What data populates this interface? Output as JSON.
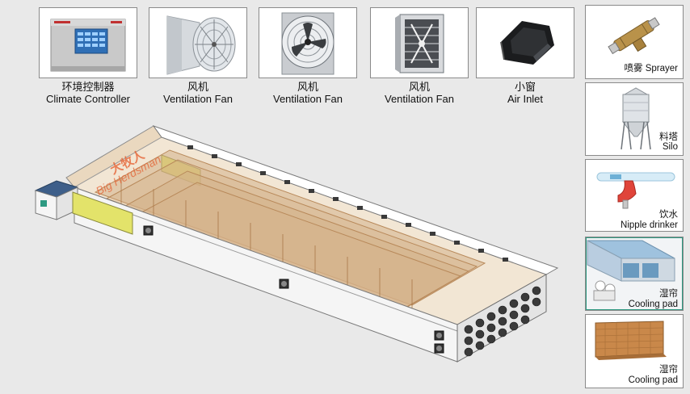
{
  "top_items": [
    {
      "cn": "环境控制器",
      "en": "Climate Controller",
      "icon": "climate-controller-icon"
    },
    {
      "cn": "风机",
      "en": "Ventilation Fan",
      "icon": "cone-fan-icon"
    },
    {
      "cn": "风机",
      "en": "Ventilation Fan",
      "icon": "round-fan-icon"
    },
    {
      "cn": "风机",
      "en": "Ventilation Fan",
      "icon": "box-fan-icon"
    },
    {
      "cn": "小窗",
      "en": "Air Inlet",
      "icon": "air-inlet-icon"
    }
  ],
  "side_items": [
    {
      "cn": "喷雾",
      "en": "Sprayer",
      "icon": "sprayer-icon"
    },
    {
      "cn": "料塔",
      "en": "Silo",
      "icon": "silo-icon"
    },
    {
      "cn": "饮水",
      "en": "Nipple drinker",
      "icon": "nipple-drinker-icon"
    },
    {
      "cn": "湿帘",
      "en": "Cooling pad",
      "icon": "cooling-pad-house-icon"
    },
    {
      "cn": "湿帘",
      "en": "Cooling pad",
      "icon": "cooling-pad-icon"
    }
  ],
  "watermark": {
    "cn": "大牧人",
    "en": "Big Herdsman"
  },
  "colors": {
    "frame": "#8a8a8a",
    "cage": "#c9a57a",
    "wall": "#f5f5f5",
    "pad": "#e3e36a",
    "roof": "#3e5f8a"
  }
}
